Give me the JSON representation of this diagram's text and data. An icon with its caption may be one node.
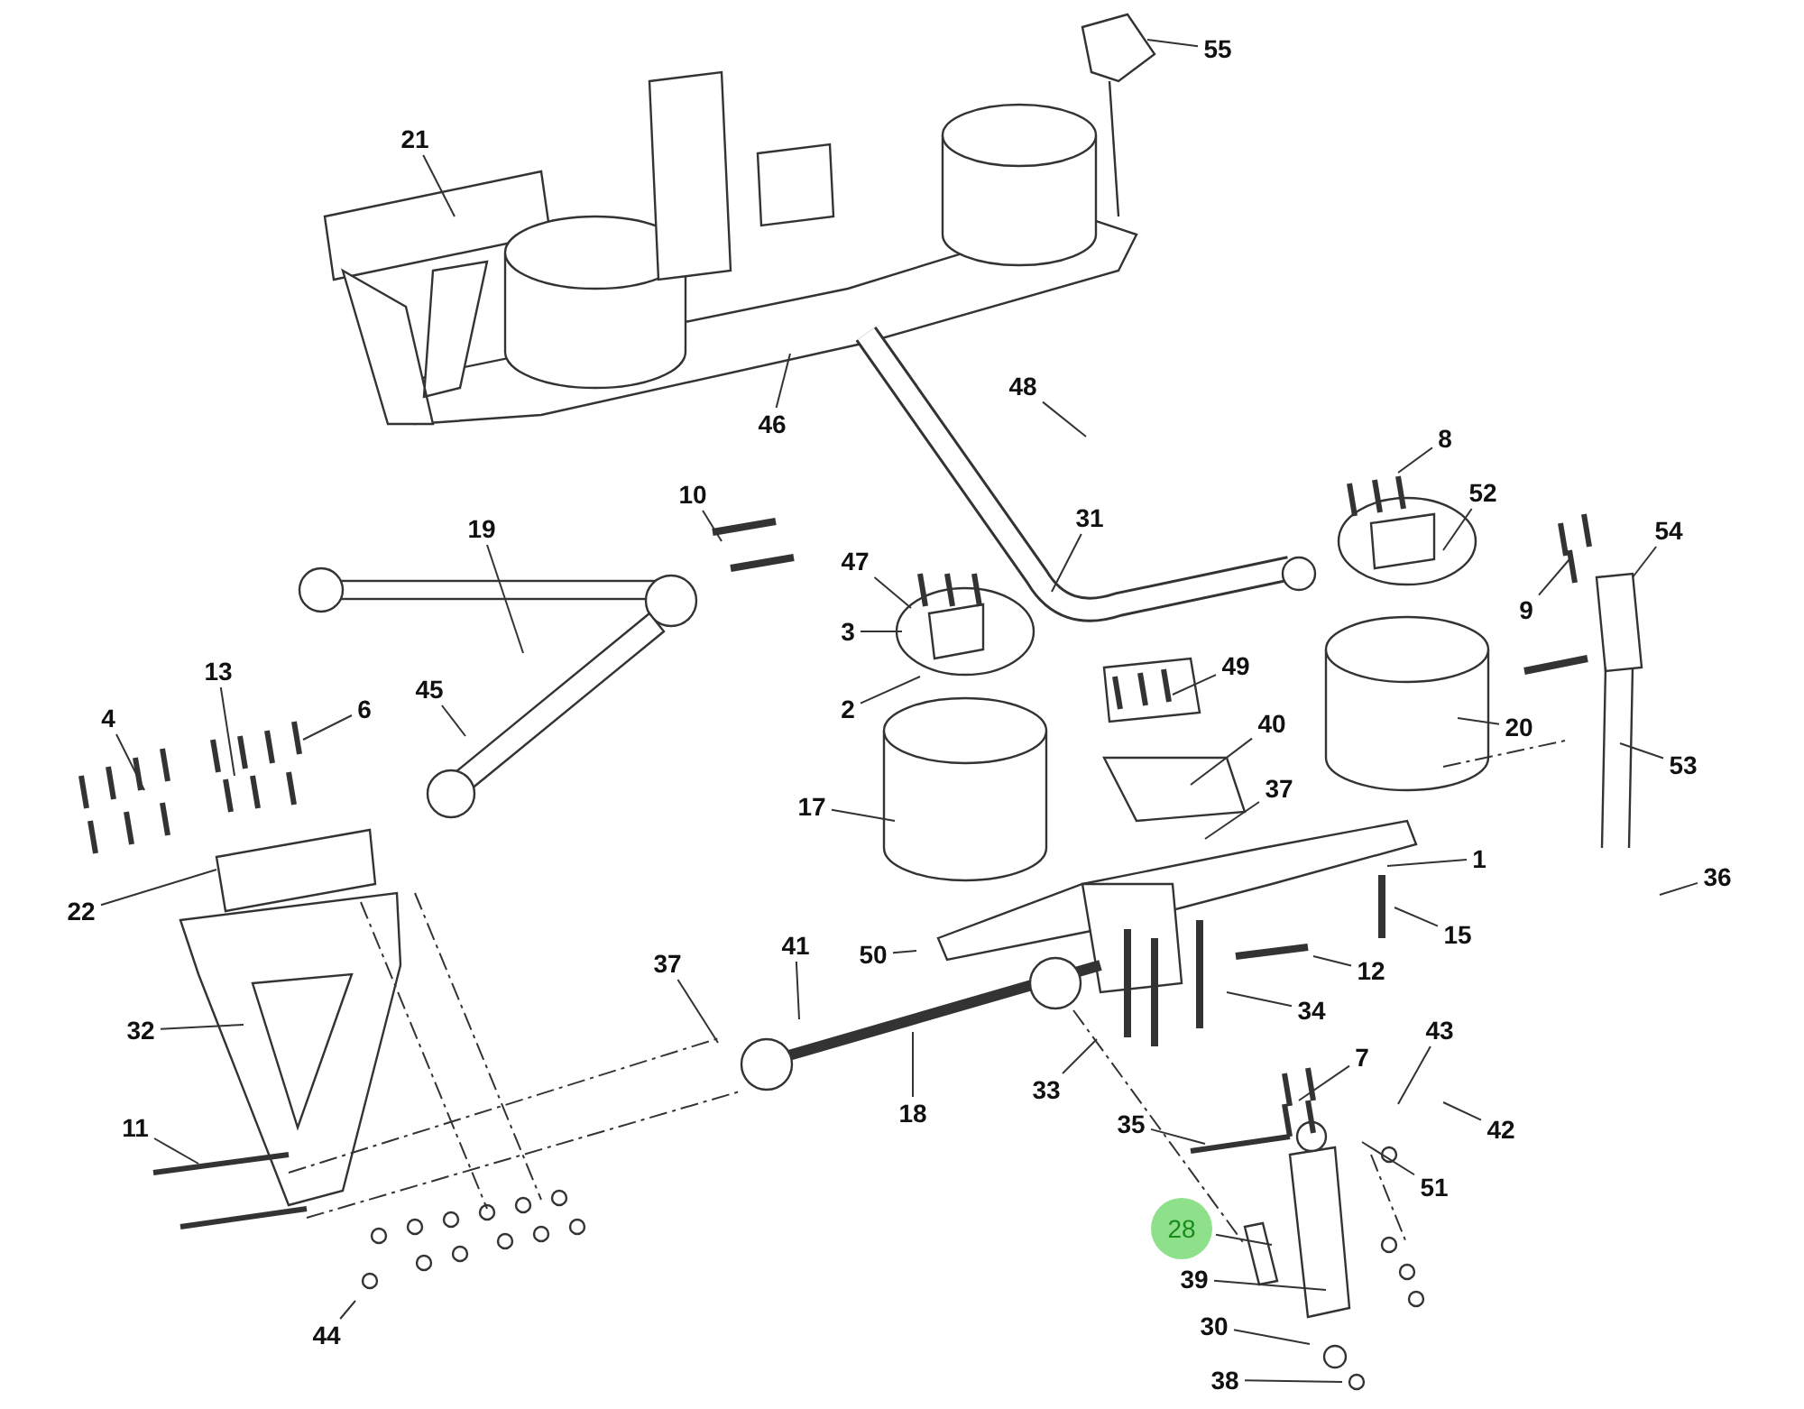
{
  "diagram": {
    "nodes": [
      {
        "text": [
          "55"
        ]
      },
      {
        "text": [
          "21"
        ]
      },
      {
        "text": [
          "46"
        ]
      },
      {
        "text": [
          "48"
        ]
      },
      {
        "text": [
          "8"
        ]
      },
      {
        "text": [
          "10"
        ]
      },
      {
        "text": [
          "19"
        ]
      },
      {
        "text": [
          "52"
        ]
      },
      {
        "text": [
          "31"
        ]
      },
      {
        "text": [
          "47"
        ]
      },
      {
        "text": [
          "54"
        ]
      },
      {
        "text": [
          "3"
        ]
      },
      {
        "text": [
          "9"
        ]
      },
      {
        "text": [
          "49"
        ]
      },
      {
        "text": [
          "2"
        ]
      },
      {
        "text": [
          "45"
        ]
      },
      {
        "text": [
          "13"
        ]
      },
      {
        "text": [
          "6"
        ]
      },
      {
        "text": [
          "4"
        ]
      },
      {
        "text": [
          "40"
        ]
      },
      {
        "text": [
          "20"
        ]
      },
      {
        "text": [
          "37"
        ]
      },
      {
        "text": [
          "53"
        ]
      },
      {
        "text": [
          "17"
        ]
      },
      {
        "text": [
          "1"
        ]
      },
      {
        "text": [
          "22"
        ]
      },
      {
        "text": [
          "36"
        ]
      },
      {
        "text": [
          "15"
        ]
      },
      {
        "text": [
          "50"
        ]
      },
      {
        "text": [
          "37"
        ]
      },
      {
        "text": [
          "41"
        ]
      },
      {
        "text": [
          "12"
        ]
      },
      {
        "text": [
          "32"
        ]
      },
      {
        "text": [
          "34"
        ]
      },
      {
        "text": [
          "18"
        ]
      },
      {
        "text": [
          "33"
        ]
      },
      {
        "text": [
          "7"
        ]
      },
      {
        "text": [
          "43"
        ]
      },
      {
        "text": [
          "35"
        ]
      },
      {
        "text": [
          "42"
        ]
      },
      {
        "text": [
          "11"
        ]
      },
      {
        "text": [
          "51"
        ]
      },
      {
        "text": [
          "28"
        ]
      },
      {
        "text": [
          "39"
        ]
      },
      {
        "text": [
          "30"
        ]
      },
      {
        "text": [
          "44"
        ]
      },
      {
        "text": [
          "38"
        ]
      }
    ],
    "edges": [
      {
        "from": 0,
        "to": null,
        "arrow": "none"
      },
      {
        "from": 1,
        "to": null,
        "arrow": "none"
      },
      {
        "from": 2,
        "to": null,
        "arrow": "none"
      },
      {
        "from": 3,
        "to": null,
        "arrow": "none"
      },
      {
        "from": 4,
        "to": null,
        "arrow": "none"
      },
      {
        "from": 5,
        "to": null,
        "arrow": "none"
      },
      {
        "from": 6,
        "to": null,
        "arrow": "none"
      },
      {
        "from": 7,
        "to": null,
        "arrow": "none"
      },
      {
        "from": 8,
        "to": null,
        "arrow": "none"
      },
      {
        "from": 9,
        "to": null,
        "arrow": "none"
      },
      {
        "from": 10,
        "to": null,
        "arrow": "none"
      },
      {
        "from": 11,
        "to": null,
        "arrow": "none"
      },
      {
        "from": 12,
        "to": null,
        "arrow": "none"
      },
      {
        "from": 13,
        "to": null,
        "arrow": "none"
      },
      {
        "from": 14,
        "to": null,
        "arrow": "none"
      },
      {
        "from": 15,
        "to": null,
        "arrow": "none"
      },
      {
        "from": 16,
        "to": null,
        "arrow": "none"
      },
      {
        "from": 17,
        "to": null,
        "arrow": "none"
      },
      {
        "from": 18,
        "to": null,
        "arrow": "none"
      },
      {
        "from": 19,
        "to": null,
        "arrow": "none"
      },
      {
        "from": 20,
        "to": null,
        "arrow": "none"
      },
      {
        "from": 21,
        "to": null,
        "arrow": "none"
      },
      {
        "from": 22,
        "to": null,
        "arrow": "none"
      },
      {
        "from": 23,
        "to": null,
        "arrow": "none"
      },
      {
        "from": 24,
        "to": null,
        "arrow": "none"
      },
      {
        "from": 25,
        "to": null,
        "arrow": "none"
      },
      {
        "from": 26,
        "to": null,
        "arrow": "none"
      },
      {
        "from": 27,
        "to": null,
        "arrow": "none"
      },
      {
        "from": 28,
        "to": null,
        "arrow": "none"
      },
      {
        "from": 29,
        "to": null,
        "arrow": "none"
      },
      {
        "from": 30,
        "to": null,
        "arrow": "none"
      },
      {
        "from": 31,
        "to": null,
        "arrow": "none"
      },
      {
        "from": 32,
        "to": null,
        "arrow": "none"
      },
      {
        "from": 33,
        "to": null,
        "arrow": "none"
      },
      {
        "from": 34,
        "to": null,
        "arrow": "none"
      },
      {
        "from": 35,
        "to": null,
        "arrow": "none"
      },
      {
        "from": 36,
        "to": null,
        "arrow": "none"
      },
      {
        "from": 37,
        "to": null,
        "arrow": "none"
      },
      {
        "from": 38,
        "to": null,
        "arrow": "none"
      },
      {
        "from": 39,
        "to": null,
        "arrow": "none"
      },
      {
        "from": 40,
        "to": null,
        "arrow": "none"
      },
      {
        "from": 41,
        "to": null,
        "arrow": "none"
      },
      {
        "from": 42,
        "to": null,
        "arrow": "none"
      },
      {
        "from": 43,
        "to": null,
        "arrow": "none"
      },
      {
        "from": 44,
        "to": null,
        "arrow": "none"
      },
      {
        "from": 45,
        "to": null,
        "arrow": "none"
      },
      {
        "from": 46,
        "to": null,
        "arrow": "none"
      }
    ]
  }
}
